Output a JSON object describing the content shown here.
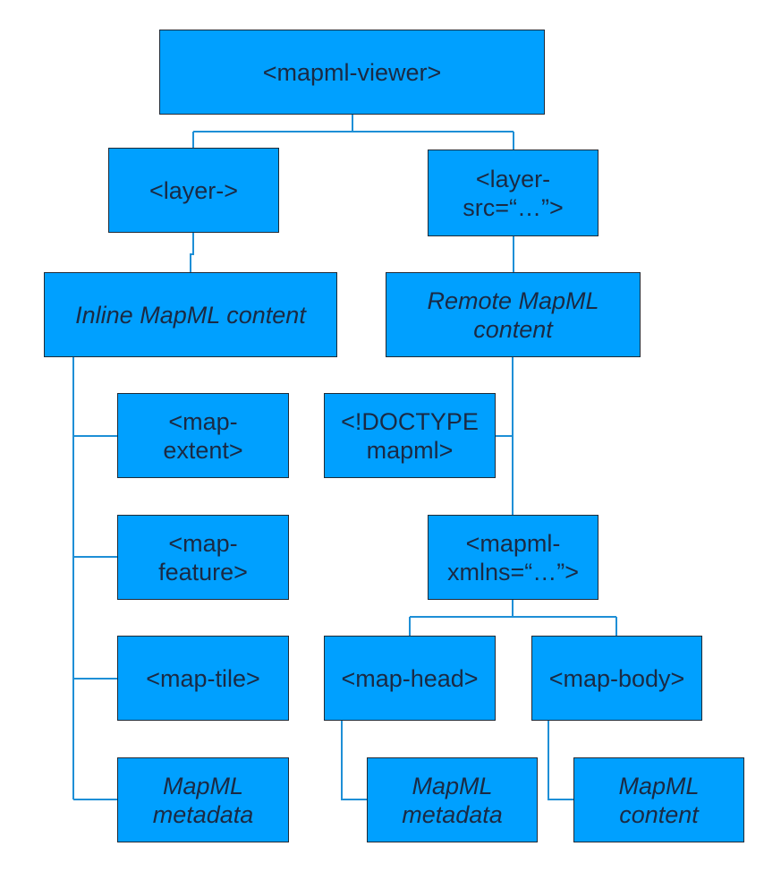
{
  "nodes": {
    "root": "<mapml-viewer>",
    "layer": "<layer->",
    "layer_src_1": "<layer-",
    "layer_src_2": "src=“…”>",
    "inline": "Inline MapML content",
    "remote_1": "Remote MapML",
    "remote_2": "content",
    "extent_1": "<map-",
    "extent_2": "extent>",
    "doctype_1": "<!DOCTYPE",
    "doctype_2": "mapml>",
    "feature_1": "<map-",
    "feature_2": "feature>",
    "mapml_1": "<mapml-",
    "mapml_2": "xmlns=“…”>",
    "tile": "<map-tile>",
    "head": "<map-head>",
    "body": "<map-body>",
    "meta_left_1": "MapML",
    "meta_left_2": "metadata",
    "meta_mid_1": "MapML",
    "meta_mid_2": "metadata",
    "content_1": "MapML",
    "content_2": "content"
  },
  "colors": {
    "box_fill": "#00a0ff",
    "box_border": "#1f2a36",
    "text": "#1a2a44",
    "connector": "#1e8fd6"
  }
}
